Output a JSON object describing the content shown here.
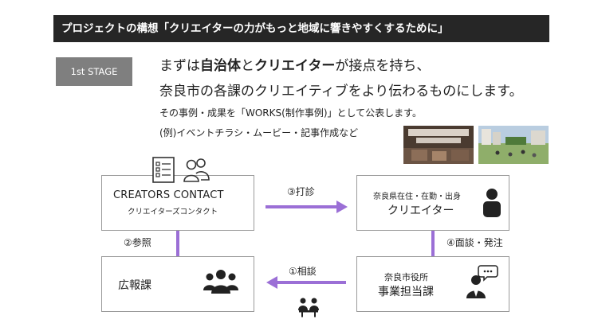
{
  "header": {
    "title": "プロジェクトの構想「クリエイターの力がもっと地域に響きやすくするために」"
  },
  "stage": {
    "badge": "1st STAGE",
    "line1": {
      "part1": "まずは",
      "bold1": "自治体",
      "part2": "と",
      "bold2": "クリエイター",
      "part3": "が接点を持ち、"
    },
    "line2": "奈良市の各課のクリエイティブをより伝わるものにします。",
    "line3": "その事例・成果を「WORKS(制作事例)」として公表します。",
    "line4": "(例)イベントチラシ・ムービー・記事作成など"
  },
  "diagram": {
    "creators_contact": {
      "title": "CREATORS CONTACT",
      "subtitle": "クリエイターズコンタクト"
    },
    "creator": {
      "subtitle": "奈良県在住・在勤・出身",
      "title": "クリエイター"
    },
    "koho": {
      "title": "広報課"
    },
    "jigyo": {
      "subtitle": "奈良市役所",
      "title": "事業担当課"
    },
    "steps": {
      "uchiawase": "③打診",
      "sansho": "②参照",
      "mendan": "④面談・発注",
      "sodan": "①相談"
    },
    "colors": {
      "arrow": "#9b6fd6",
      "icon": "#333333"
    }
  }
}
